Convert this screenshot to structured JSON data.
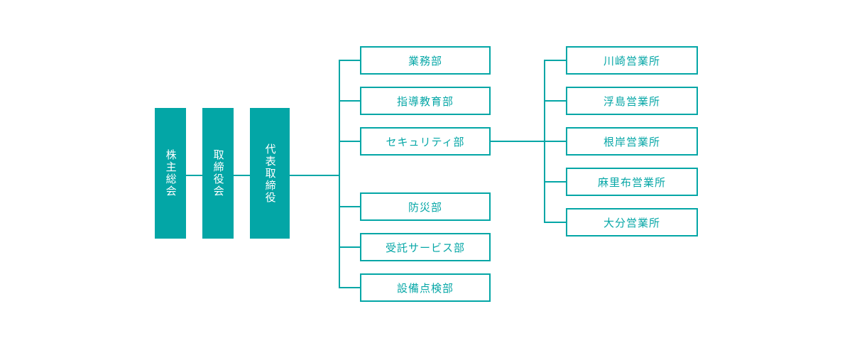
{
  "chart": {
    "type": "org-chart",
    "title": "",
    "accent_color": "#03a6a6",
    "background_color": "#ffffff",
    "text_color_on_fill": "#ffffff",
    "text_color_outline": "#07a7a7"
  },
  "levels": {
    "governance": {
      "name": "governance-column",
      "nodes": [
        {
          "id": "shareholders-meeting",
          "label": "株主総会",
          "orientation": "vertical"
        },
        {
          "id": "board-of-directors",
          "label": "取締役会",
          "orientation": "vertical"
        },
        {
          "id": "representative-director",
          "label": "代表取締役",
          "orientation": "vertical"
        }
      ]
    },
    "departments": {
      "name": "department-column",
      "parent": "representative-director",
      "nodes": [
        {
          "id": "gyomu-bu",
          "label": "業務部"
        },
        {
          "id": "shido-kyoiku-bu",
          "label": "指導教育部"
        },
        {
          "id": "security-bu",
          "label": "セキュリティ部"
        },
        {
          "id": "bosai-bu",
          "label": "防災部"
        },
        {
          "id": "jutaku-service-bu",
          "label": "受託サービス部"
        },
        {
          "id": "setsubi-tenken-bu",
          "label": "設備点検部"
        }
      ]
    },
    "offices": {
      "name": "sales-office-column",
      "parent": "security-bu",
      "nodes": [
        {
          "id": "kawasaki",
          "label": "川崎営業所"
        },
        {
          "id": "ukishima",
          "label": "浮島営業所"
        },
        {
          "id": "negishi",
          "label": "根岸営業所"
        },
        {
          "id": "marifu",
          "label": "麻里布営業所"
        },
        {
          "id": "oita",
          "label": "大分営業所"
        }
      ]
    }
  }
}
